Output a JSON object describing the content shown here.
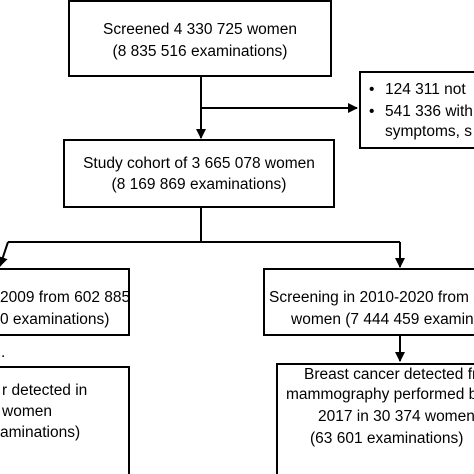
{
  "boxes": {
    "screened": {
      "line1": "Screened 4 330 725  women",
      "line2": "(8 835 516 examinations)"
    },
    "excluded": {
      "line1": "124 311 not",
      "line2": "541 336 with",
      "line3": "symptoms, s"
    },
    "cohort": {
      "line1": "Study cohort of 3 665 078 women",
      "line2": "(8 169 869 examinations)"
    },
    "left_screening": {
      "line1": "2009 from 602 885",
      "line2": "0 examinations)"
    },
    "right_screening": {
      "line1": "Screening in 2010-2020 from 3",
      "line2": "women (7 444 459 examina"
    },
    "left_cancer": {
      "line1": "r detected in",
      "line2": "women",
      "line3": "aminations)"
    },
    "right_cancer": {
      "line1": "Breast cancer detected fr",
      "line2": "mammography performed b",
      "line3": "2017 in 30 374 women",
      "line4": "(63 601 examinations)"
    }
  },
  "bullets": {
    "symbol": "•"
  },
  "stray_mark": "."
}
